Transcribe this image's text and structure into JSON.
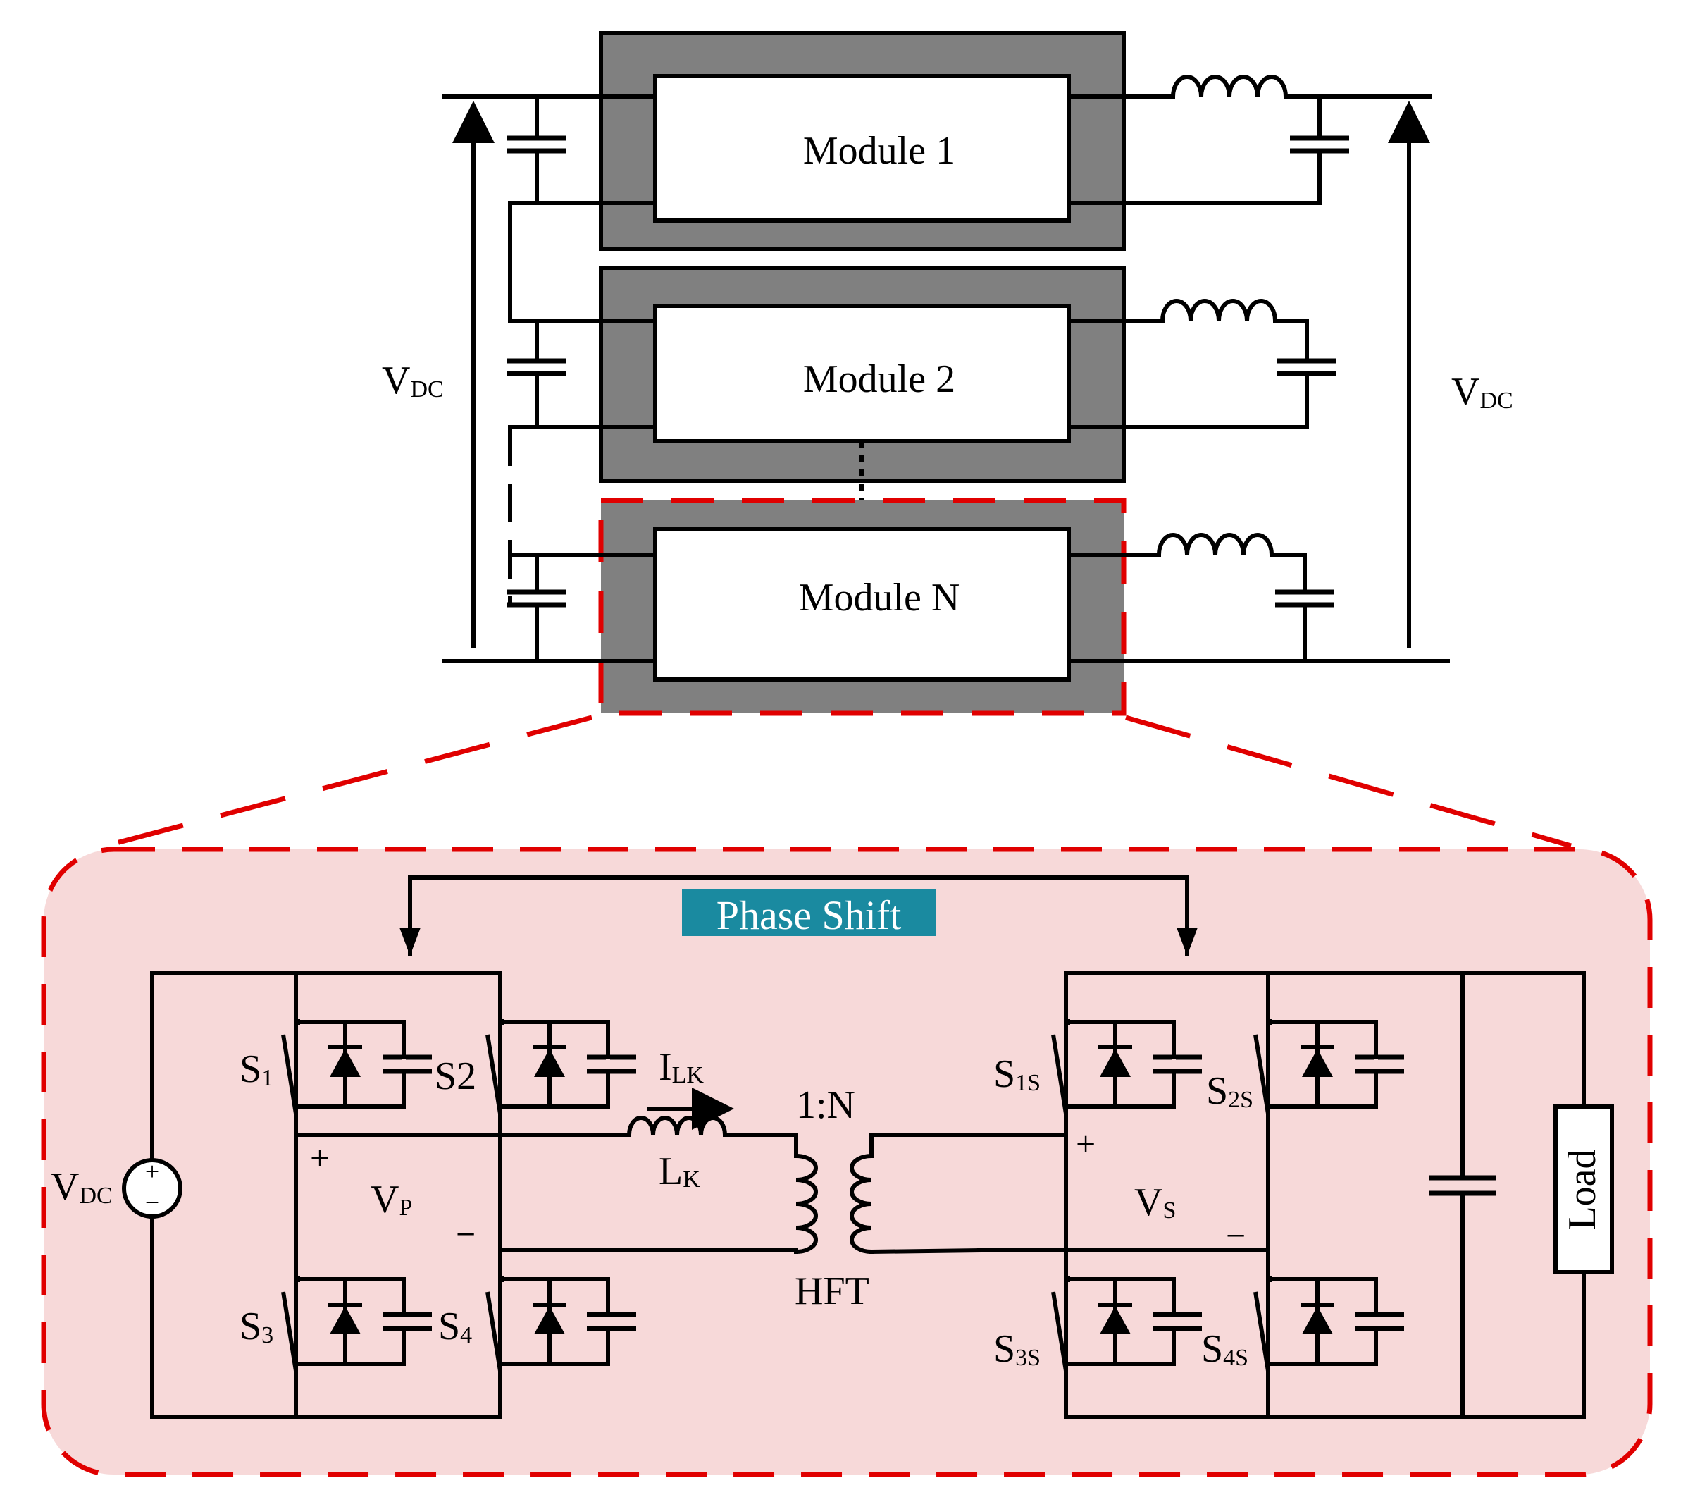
{
  "top": {
    "modules": [
      "Module 1",
      "Module 2",
      "Module N"
    ],
    "vdc_left": "V",
    "vdc_left_sub": "DC",
    "vdc_right": "V",
    "vdc_right_sub": "DC"
  },
  "detail": {
    "phase_shift": "Phase Shift",
    "vdc": "V",
    "vdc_sub": "DC",
    "s1": "S",
    "s1_sub": "1",
    "s2": "S2",
    "s3": "S",
    "s3_sub": "3",
    "s4": "S",
    "s4_sub": "4",
    "s1s": "S",
    "s1s_sub": "1S",
    "s2s": "S",
    "s2s_sub": "2S",
    "s3s": "S",
    "s3s_sub": "3S",
    "s4s": "S",
    "s4s_sub": "4S",
    "ilk": "I",
    "ilk_sub": "LK",
    "lk": "L",
    "lk_sub": "K",
    "ratio": "1:N",
    "hft": "HFT",
    "vp": "V",
    "vp_sub": "P",
    "vs": "V",
    "vs_sub": "S",
    "plus": "+",
    "minus": "−",
    "load": "Load"
  },
  "colors": {
    "module_fill": "#808080",
    "highlight": "#e00000",
    "panel_fill": "#f7d9d9",
    "phase_shift_bg": "#1a8aa0",
    "phase_shift_text": "#ffffff"
  }
}
